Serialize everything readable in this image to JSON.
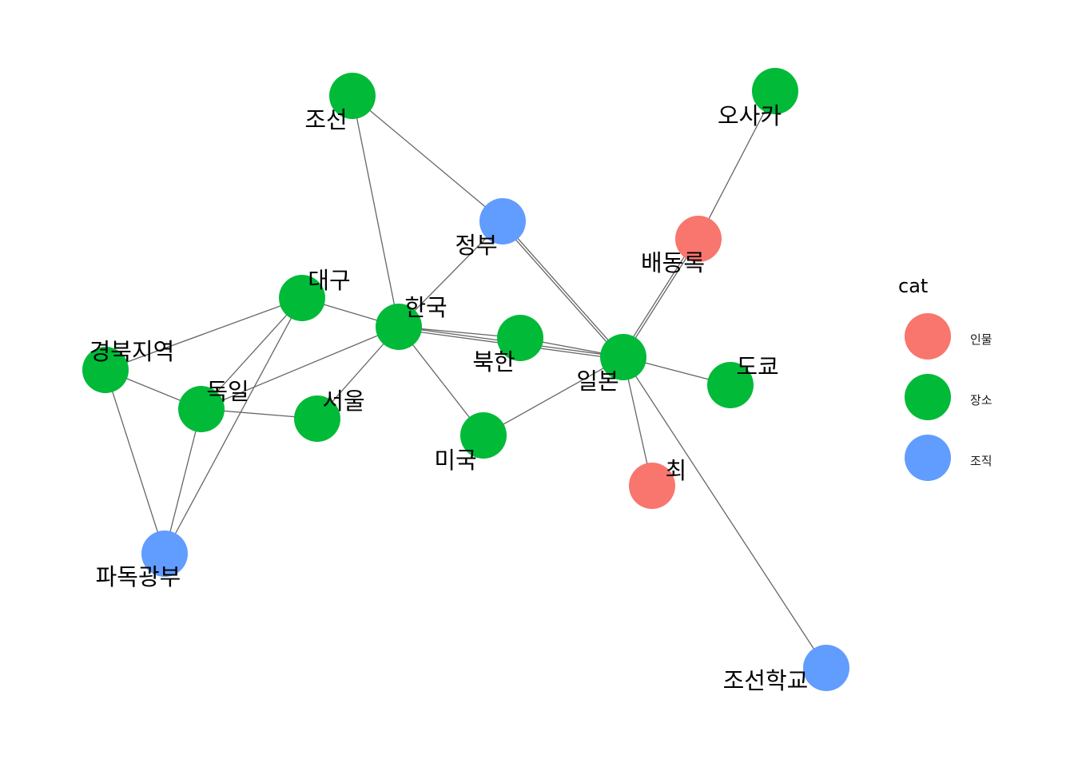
{
  "legend": {
    "title": "cat",
    "items": [
      {
        "label": "인물",
        "color": "#F8766D"
      },
      {
        "label": "장소",
        "color": "#00BA38"
      },
      {
        "label": "조직",
        "color": "#619CFF"
      }
    ]
  },
  "nodes": [
    {
      "id": "n_joseon",
      "label": "조선",
      "category": "장소",
      "color": "#00BA38"
    },
    {
      "id": "n_osaka",
      "label": "오사카",
      "category": "장소",
      "color": "#00BA38"
    },
    {
      "id": "n_gov",
      "label": "정부",
      "category": "조직",
      "color": "#619CFF"
    },
    {
      "id": "n_baedongrok",
      "label": "배동록",
      "category": "인물",
      "color": "#F8766D"
    },
    {
      "id": "n_daegu",
      "label": "대구",
      "category": "장소",
      "color": "#00BA38"
    },
    {
      "id": "n_korea",
      "label": "한국",
      "category": "장소",
      "color": "#00BA38"
    },
    {
      "id": "n_nk",
      "label": "북한",
      "category": "장소",
      "color": "#00BA38"
    },
    {
      "id": "n_japan",
      "label": "일본",
      "category": "장소",
      "color": "#00BA38"
    },
    {
      "id": "n_tokyo",
      "label": "도쿄",
      "category": "장소",
      "color": "#00BA38"
    },
    {
      "id": "n_gyeongbuk",
      "label": "경북지역",
      "category": "장소",
      "color": "#00BA38"
    },
    {
      "id": "n_germany",
      "label": "독일",
      "category": "장소",
      "color": "#00BA38"
    },
    {
      "id": "n_seoul",
      "label": "서울",
      "category": "장소",
      "color": "#00BA38"
    },
    {
      "id": "n_usa",
      "label": "미국",
      "category": "장소",
      "color": "#00BA38"
    },
    {
      "id": "n_choi",
      "label": "최",
      "category": "인물",
      "color": "#F8766D"
    },
    {
      "id": "n_padok",
      "label": "파독광부",
      "category": "조직",
      "color": "#619CFF"
    },
    {
      "id": "n_school",
      "label": "조선학교",
      "category": "조직",
      "color": "#619CFF"
    }
  ],
  "edges": [
    {
      "source": "n_joseon",
      "target": "n_gov"
    },
    {
      "source": "n_joseon",
      "target": "n_korea"
    },
    {
      "source": "n_osaka",
      "target": "n_baedongrok"
    },
    {
      "source": "n_gov",
      "target": "n_korea"
    },
    {
      "source": "n_gov",
      "target": "n_japan"
    },
    {
      "source": "n_gov",
      "target": "n_japan"
    },
    {
      "source": "n_baedongrok",
      "target": "n_japan"
    },
    {
      "source": "n_baedongrok",
      "target": "n_japan"
    },
    {
      "source": "n_daegu",
      "target": "n_korea"
    },
    {
      "source": "n_daegu",
      "target": "n_gyeongbuk"
    },
    {
      "source": "n_daegu",
      "target": "n_germany"
    },
    {
      "source": "n_daegu",
      "target": "n_padok"
    },
    {
      "source": "n_korea",
      "target": "n_nk"
    },
    {
      "source": "n_korea",
      "target": "n_japan"
    },
    {
      "source": "n_korea",
      "target": "n_japan"
    },
    {
      "source": "n_korea",
      "target": "n_germany"
    },
    {
      "source": "n_korea",
      "target": "n_seoul"
    },
    {
      "source": "n_korea",
      "target": "n_usa"
    },
    {
      "source": "n_nk",
      "target": "n_japan"
    },
    {
      "source": "n_japan",
      "target": "n_tokyo"
    },
    {
      "source": "n_japan",
      "target": "n_usa"
    },
    {
      "source": "n_japan",
      "target": "n_choi"
    },
    {
      "source": "n_japan",
      "target": "n_school"
    },
    {
      "source": "n_gyeongbuk",
      "target": "n_germany"
    },
    {
      "source": "n_gyeongbuk",
      "target": "n_padok"
    },
    {
      "source": "n_germany",
      "target": "n_seoul"
    },
    {
      "source": "n_germany",
      "target": "n_padok"
    }
  ]
}
